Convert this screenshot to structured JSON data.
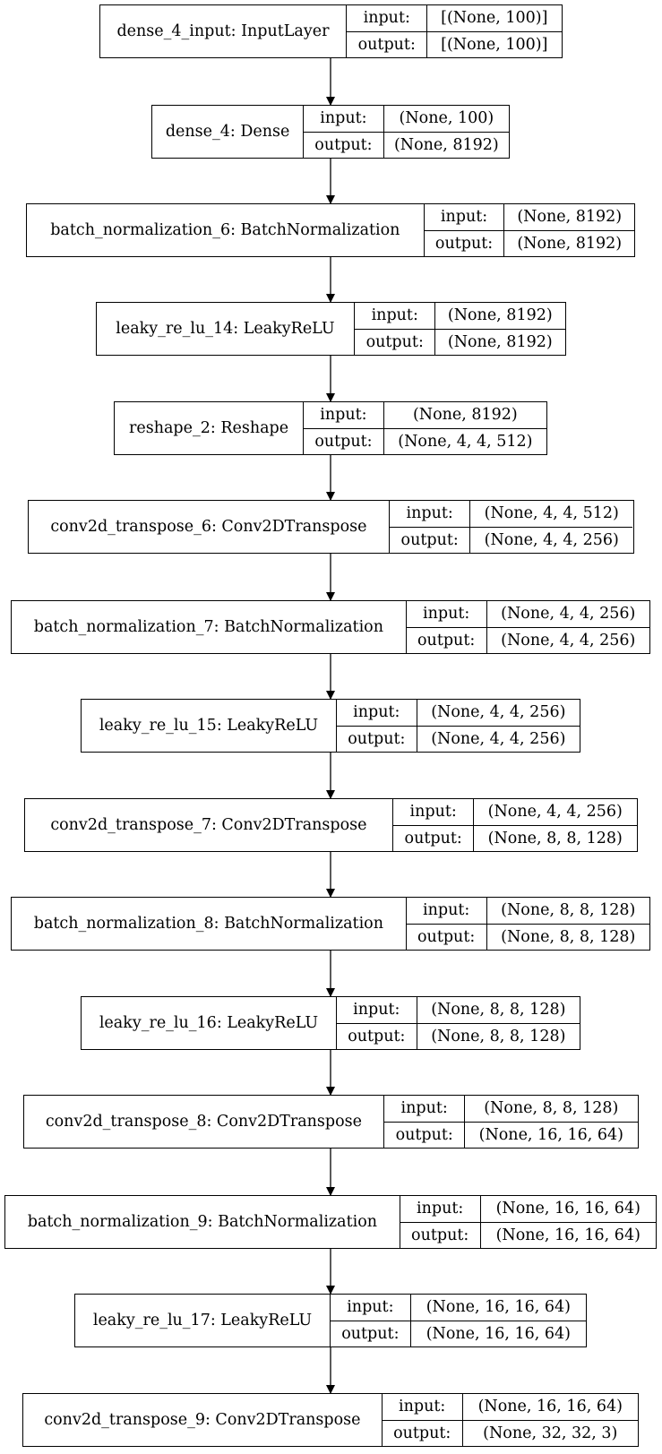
{
  "labels": {
    "input": "input:",
    "output": "output:"
  },
  "layers": [
    {
      "name": "dense_4_input: InputLayer",
      "input": "[(None, 100)]",
      "output": "[(None, 100)]"
    },
    {
      "name": "dense_4: Dense",
      "input": "(None, 100)",
      "output": "(None, 8192)"
    },
    {
      "name": "batch_normalization_6: BatchNormalization",
      "input": "(None, 8192)",
      "output": "(None, 8192)"
    },
    {
      "name": "leaky_re_lu_14: LeakyReLU",
      "input": "(None, 8192)",
      "output": "(None, 8192)"
    },
    {
      "name": "reshape_2: Reshape",
      "input": "(None, 8192)",
      "output": "(None, 4, 4, 512)"
    },
    {
      "name": "conv2d_transpose_6: Conv2DTranspose",
      "input": "(None, 4, 4, 512)",
      "output": "(None, 4, 4, 256)"
    },
    {
      "name": "batch_normalization_7: BatchNormalization",
      "input": "(None, 4, 4, 256)",
      "output": "(None, 4, 4, 256)"
    },
    {
      "name": "leaky_re_lu_15: LeakyReLU",
      "input": "(None, 4, 4, 256)",
      "output": "(None, 4, 4, 256)"
    },
    {
      "name": "conv2d_transpose_7: Conv2DTranspose",
      "input": "(None, 4, 4, 256)",
      "output": "(None, 8, 8, 128)"
    },
    {
      "name": "batch_normalization_8: BatchNormalization",
      "input": "(None, 8, 8, 128)",
      "output": "(None, 8, 8, 128)"
    },
    {
      "name": "leaky_re_lu_16: LeakyReLU",
      "input": "(None, 8, 8, 128)",
      "output": "(None, 8, 8, 128)"
    },
    {
      "name": "conv2d_transpose_8: Conv2DTranspose",
      "input": "(None, 8, 8, 128)",
      "output": "(None, 16, 16, 64)"
    },
    {
      "name": "batch_normalization_9: BatchNormalization",
      "input": "(None, 16, 16, 64)",
      "output": "(None, 16, 16, 64)"
    },
    {
      "name": "leaky_re_lu_17: LeakyReLU",
      "input": "(None, 16, 16, 64)",
      "output": "(None, 16, 16, 64)"
    },
    {
      "name": "conv2d_transpose_9: Conv2DTranspose",
      "input": "(None, 16, 16, 64)",
      "output": "(None, 32, 32, 3)"
    }
  ]
}
